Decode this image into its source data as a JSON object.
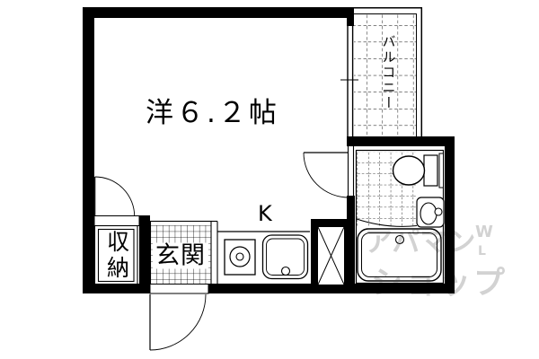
{
  "floorplan": {
    "room_label": "洋６.２帖",
    "kitchen_label": "K",
    "entrance_label": "玄関",
    "storage_label": "収納",
    "balcony_label": "バルコニー",
    "watermark": {
      "line1": "アパマン",
      "line2": "ショップ",
      "mark1": "W",
      "mark2": "L"
    },
    "colors": {
      "wall": "#000000",
      "background": "#ffffff",
      "watermark": "#d2d2d2"
    }
  }
}
